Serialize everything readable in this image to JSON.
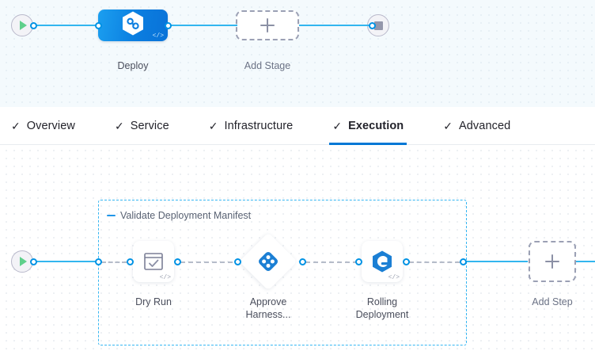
{
  "pipeline": {
    "top": {
      "start_node": {
        "name": "start-node",
        "icon": "play-icon"
      },
      "end_node": {
        "name": "end-node",
        "icon": "stop-icon"
      },
      "stages": [
        {
          "label": "Deploy",
          "icon": "harness-hexagon-icon",
          "code_badge": "</>",
          "type": "deploy"
        },
        {
          "label": "Add Stage",
          "icon": "plus-icon",
          "type": "add"
        }
      ]
    },
    "bottom": {
      "start_node": {
        "name": "execution-start-node",
        "icon": "play-icon"
      },
      "step_group": {
        "title": "Validate Deployment Manifest",
        "collapse_icon": "minus-icon",
        "steps": [
          {
            "label": "Dry Run",
            "icon": "shell-script-check-icon",
            "code_badge": "</>"
          },
          {
            "label": "Approve Harness...",
            "icon": "harness-approval-icon",
            "shape": "diamond"
          },
          {
            "label": "Rolling Deployment",
            "icon": "rolling-deployment-icon",
            "code_badge": "</>"
          }
        ]
      },
      "add_step": {
        "label": "Add Step",
        "icon": "plus-icon"
      }
    }
  },
  "tabs": [
    {
      "label": "Overview",
      "icon": "check-icon",
      "active": false
    },
    {
      "label": "Service",
      "icon": "check-icon",
      "active": false
    },
    {
      "label": "Infrastructure",
      "icon": "check-icon",
      "active": false
    },
    {
      "label": "Execution",
      "icon": "check-icon",
      "active": true
    },
    {
      "label": "Advanced",
      "icon": "check-icon",
      "active": false
    }
  ],
  "colors": {
    "accent_blue": "#0278d5",
    "link_blue": "#33b6ef",
    "port_blue": "#0092e4",
    "stage_blue": "#0b7ee0",
    "group_border": "#35b6f2",
    "play_green": "#5fd08b",
    "stop_grey": "#9497ab"
  },
  "icon_glyphs": {
    "check": "✓",
    "code": "</>"
  }
}
